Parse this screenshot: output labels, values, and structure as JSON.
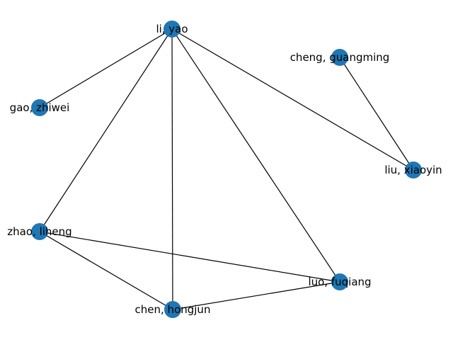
{
  "graph": {
    "node_color": "#1f77b4",
    "edge_color": "#000000",
    "nodes": [
      {
        "id": "li",
        "label": "li, yao"
      },
      {
        "id": "cheng",
        "label": "cheng, guangming"
      },
      {
        "id": "gao",
        "label": "gao, zhiwei"
      },
      {
        "id": "liu",
        "label": "liu, xiaoyin"
      },
      {
        "id": "zhao",
        "label": "zhao, liheng"
      },
      {
        "id": "luo",
        "label": "luo, fuqiang"
      },
      {
        "id": "chen",
        "label": "chen, hongjun"
      }
    ],
    "edges": [
      [
        "li",
        "gao"
      ],
      [
        "li",
        "zhao"
      ],
      [
        "li",
        "chen"
      ],
      [
        "li",
        "luo"
      ],
      [
        "li",
        "liu"
      ],
      [
        "cheng",
        "liu"
      ],
      [
        "zhao",
        "luo"
      ],
      [
        "zhao",
        "chen"
      ],
      [
        "chen",
        "luo"
      ]
    ]
  }
}
